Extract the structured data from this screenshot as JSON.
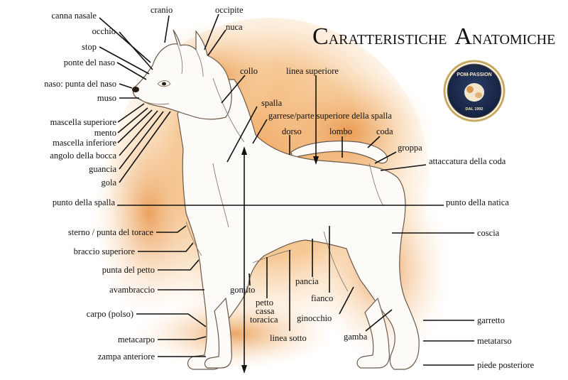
{
  "title": {
    "initial1": "C",
    "rest1": "ARATTERISTICHE",
    "initial2": "A",
    "rest2": "NATOMICHE"
  },
  "badge": {
    "line1": "POM-PASSION",
    "line2": "DAL 1992"
  },
  "labels": {
    "canna_nasale": "canna nasale",
    "occhio": "occhio",
    "stop": "stop",
    "ponte_naso": "ponte del naso",
    "naso_punta": "naso: punta del naso",
    "muso": "muso",
    "mascella_superiore": "mascella superiore",
    "mento": "mento",
    "mascella_inferiore": "mascella inferiore",
    "angolo_bocca": "angolo della bocca",
    "guancia": "guancia",
    "gola": "gola",
    "punto_spalla": "punto della spalla",
    "sterno": "sterno / punta del torace",
    "braccio_superiore": "braccio superiore",
    "punta_petto": "punta del petto",
    "avambraccio": "avambraccio",
    "carpo": "carpo (polso)",
    "metacarpo": "metacarpo",
    "zampa_anteriore": "zampa anteriore",
    "cranio": "cranio",
    "occipite": "occipite",
    "nuca": "nuca",
    "collo": "collo",
    "linea_superiore": "linea superiore",
    "spalla": "spalla",
    "garrese": "garrese/parte superiore della spalla",
    "dorso": "dorso",
    "lombo": "lombo",
    "coda": "coda",
    "groppa": "groppa",
    "attaccatura_coda": "attaccatura della coda",
    "punto_natica": "punto della natica",
    "coscia": "coscia",
    "gomito": "gomito",
    "petto": "petto",
    "cassa": "cassa",
    "toracica": "toracica",
    "pancia": "pancia",
    "fianco": "fianco",
    "ginocchio": "ginocchio",
    "linea_sotto": "linea sotto",
    "gamba": "gamba",
    "garretto": "garretto",
    "metatarso": "metatarso",
    "piede_posteriore": "piede posteriore"
  },
  "colors": {
    "fur": "#e8a050",
    "fur_light": "#f6d2a2",
    "badge_ring": "#c9a860",
    "badge_bg": "#1b2b4e"
  }
}
